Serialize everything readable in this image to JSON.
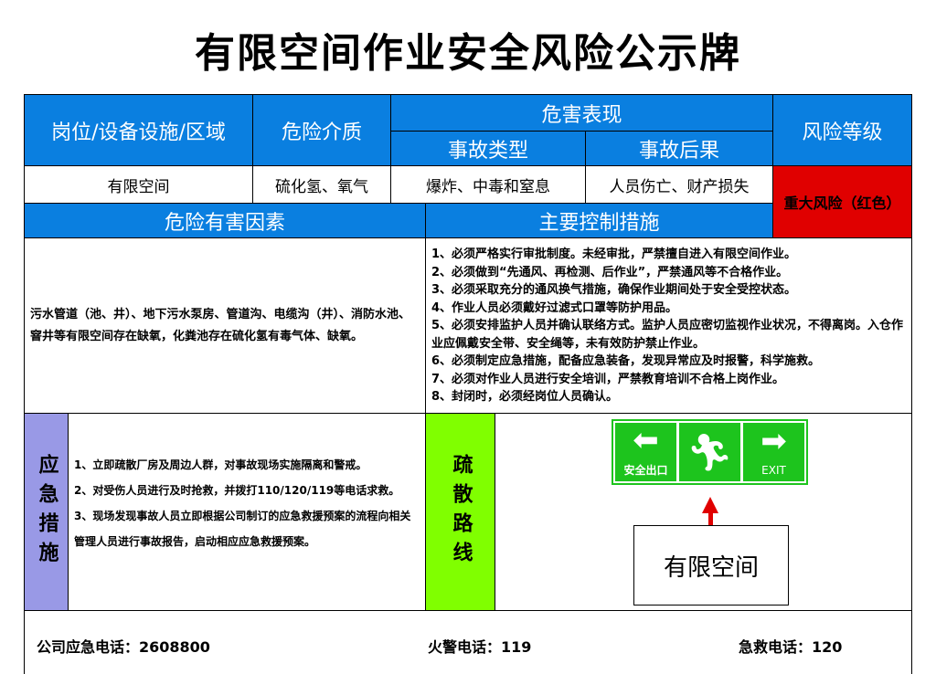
{
  "title": "有限空间作业安全风险公示牌",
  "header": {
    "post": "岗位/设备设施/区域",
    "medium": "危险介质",
    "hazard": "危害表现",
    "accident_type": "事故类型",
    "consequence": "事故后果",
    "risk_level": "风险等级"
  },
  "row": {
    "post": "有限空间",
    "medium": "硫化氢、氧气",
    "accident_type": "爆炸、中毒和窒息",
    "consequence": "人员伤亡、财产损失",
    "risk_level": "重大风险（红色）"
  },
  "colors": {
    "header_blue": "#0a7fe0",
    "risk_red": "#e00000",
    "emergency_purple": "#9999e6",
    "evac_green": "#80ff00",
    "exit_green": "#1dc41d"
  },
  "factors": {
    "title": "危险有害因素",
    "text": "污水管道（池、井）、地下污水泵房、管道沟、电缆沟（井）、消防水池、窨井等有限空间存在缺氧，化粪池存在硫化氢有毒气体、缺氧。"
  },
  "controls": {
    "title": "主要控制措施",
    "items": [
      "1、必须严格实行审批制度。未经审批，严禁擅自进入有限空间作业。",
      "2、必须做到“先通风、再检测、后作业”，严禁通风等不合格作业。",
      "3、必须采取充分的通风换气措施，确保作业期间处于安全受控状态。",
      "4、作业人员必须戴好过滤式口罩等防护用品。",
      "5、必须安排监护人员并确认联络方式。监护人员应密切监视作业状况，不得离岗。入仓作业应佩戴安全带、安全绳等，未有效防护禁止作业。",
      "6、必须制定应急措施，配备应急装备，发现异常应及时报警，科学施救。",
      "7、必须对作业人员进行安全培训，严禁教育培训不合格上岗作业。",
      "8、封闭时，必须经岗位人员确认。"
    ]
  },
  "emergency": {
    "label": "应急措施",
    "items": [
      "1、立即疏散厂房及周边人群，对事故现场实施隔离和警戒。",
      "2、对受伤人员进行及时抢救，并拨打110/120/119等电话求救。",
      "3、现场发现事故人员立即根据公司制订的应急救援预案的流程向相关管理人员进行事故报告，启动相应应急救援预案。"
    ]
  },
  "evacuation": {
    "label": "疏散路线",
    "exit_cn": "安全出口",
    "exit_en": "EXIT",
    "location": "有限空间"
  },
  "footer": {
    "company": "公司应急电话：2608800",
    "fire": "火警电话：119",
    "ambulance": "急救电话：120"
  }
}
